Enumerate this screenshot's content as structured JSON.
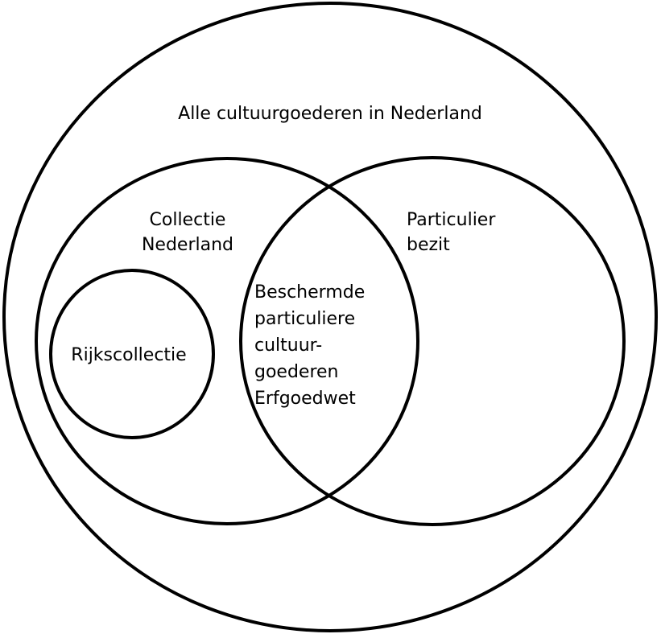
{
  "colors": {
    "stroke": "#000000",
    "background": "#ffffff"
  },
  "sets": {
    "all": {
      "label": "Alle cultuurgoederen in Nederland"
    },
    "collectie": {
      "lines": [
        "Collectie",
        "Nederland"
      ]
    },
    "particulier": {
      "lines": [
        "Particulier",
        "bezit"
      ]
    },
    "intersection": {
      "lines": [
        "Beschermde",
        "particuliere",
        "cultuur-",
        "goederen",
        "Erfgoedwet"
      ]
    },
    "rijks": {
      "label": "Rijkscollectie"
    }
  }
}
